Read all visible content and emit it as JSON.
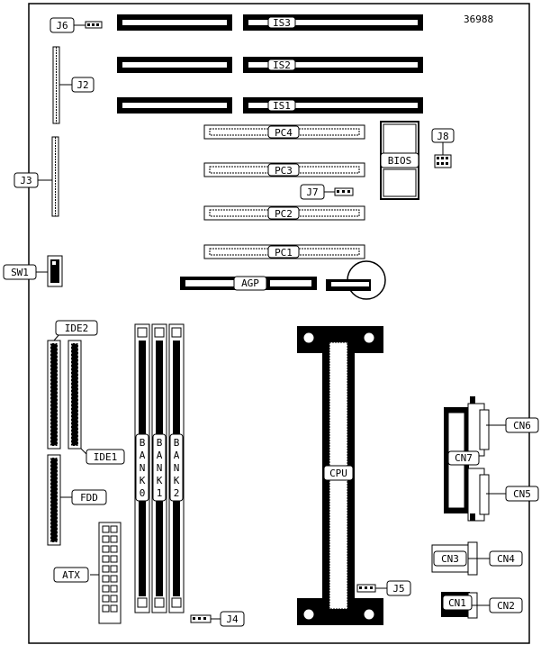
{
  "diagram": {
    "document_id": "36988",
    "labels": {
      "j6": "J6",
      "j2": "J2",
      "j3": "J3",
      "j8": "J8",
      "j7": "J7",
      "is1": "IS1",
      "is2": "IS2",
      "is3": "IS3",
      "pc1": "PC1",
      "pc2": "PC2",
      "pc3": "PC3",
      "pc4": "PC4",
      "bios": "BIOS",
      "sw1": "SW1",
      "agp": "AGP",
      "ide1": "IDE1",
      "ide2": "IDE2",
      "fdd": "FDD",
      "atx": "ATX",
      "bank0": [
        "B",
        "A",
        "N",
        "K",
        "0"
      ],
      "bank1": [
        "B",
        "A",
        "N",
        "K",
        "1"
      ],
      "bank2": [
        "B",
        "A",
        "N",
        "K",
        "2"
      ],
      "cpu": "CPU",
      "j4": "J4",
      "j5": "J5",
      "cn1": "CN1",
      "cn2": "CN2",
      "cn3": "CN3",
      "cn4": "CN4",
      "cn5": "CN5",
      "cn6": "CN6",
      "cn7": "CN7"
    }
  }
}
